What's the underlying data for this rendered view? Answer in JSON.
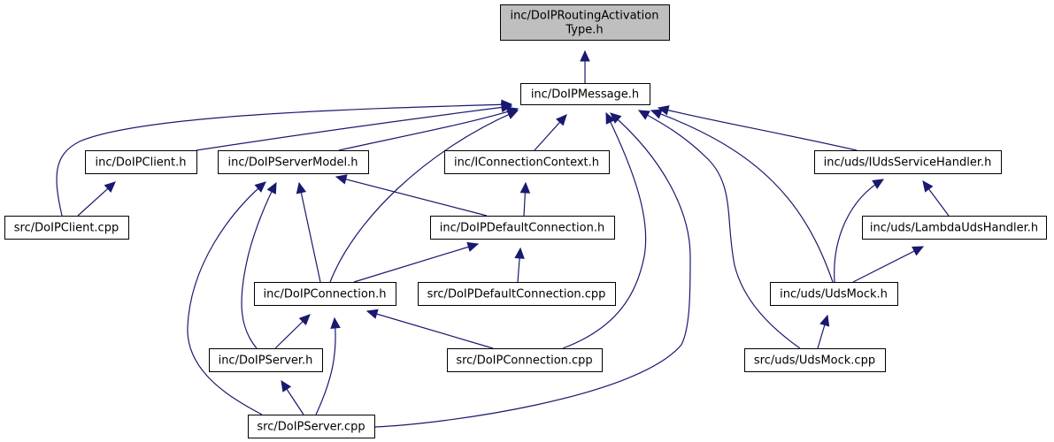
{
  "diagram": {
    "title": "Include dependency graph for DoIPRoutingActivationType.h",
    "colors": {
      "edge": "#191970",
      "root_fill": "#bfbfbf",
      "node_fill": "#ffffff",
      "border": "#000000"
    },
    "nodes": [
      {
        "id": "root",
        "label": [
          "inc/DoIPRoutingActivation",
          "Type.h"
        ],
        "root": true
      },
      {
        "id": "msg",
        "label": [
          "inc/DoIPMessage.h"
        ]
      },
      {
        "id": "client_h",
        "label": [
          "inc/DoIPClient.h"
        ]
      },
      {
        "id": "servermodel",
        "label": [
          "inc/DoIPServerModel.h"
        ]
      },
      {
        "id": "iconnctx",
        "label": [
          "inc/IConnectionContext.h"
        ]
      },
      {
        "id": "iuds",
        "label": [
          "inc/uds/IUdsServiceHandler.h"
        ]
      },
      {
        "id": "client_cpp",
        "label": [
          "src/DoIPClient.cpp"
        ]
      },
      {
        "id": "defconn_h",
        "label": [
          "inc/DoIPDefaultConnection.h"
        ]
      },
      {
        "id": "lambda",
        "label": [
          "inc/uds/LambdaUdsHandler.h"
        ]
      },
      {
        "id": "conn_h",
        "label": [
          "inc/DoIPConnection.h"
        ]
      },
      {
        "id": "defconn_cpp",
        "label": [
          "src/DoIPDefaultConnection.cpp"
        ]
      },
      {
        "id": "udsmock_h",
        "label": [
          "inc/uds/UdsMock.h"
        ]
      },
      {
        "id": "server_h",
        "label": [
          "inc/DoIPServer.h"
        ]
      },
      {
        "id": "conn_cpp",
        "label": [
          "src/DoIPConnection.cpp"
        ]
      },
      {
        "id": "udsmock_cpp",
        "label": [
          "src/uds/UdsMock.cpp"
        ]
      },
      {
        "id": "server_cpp",
        "label": [
          "src/DoIPServer.cpp"
        ]
      }
    ],
    "edges": [
      {
        "from": "msg",
        "to": "root"
      },
      {
        "from": "client_cpp",
        "to": "msg"
      },
      {
        "from": "client_h",
        "to": "msg"
      },
      {
        "from": "servermodel",
        "to": "msg"
      },
      {
        "from": "conn_h",
        "to": "msg"
      },
      {
        "from": "iconnctx",
        "to": "msg"
      },
      {
        "from": "conn_cpp",
        "to": "msg"
      },
      {
        "from": "server_cpp",
        "to": "msg"
      },
      {
        "from": "udsmock_cpp",
        "to": "msg"
      },
      {
        "from": "udsmock_h",
        "to": "msg"
      },
      {
        "from": "iuds",
        "to": "msg"
      },
      {
        "from": "client_cpp",
        "to": "client_h"
      },
      {
        "from": "server_cpp",
        "to": "servermodel"
      },
      {
        "from": "server_h",
        "to": "servermodel"
      },
      {
        "from": "conn_h",
        "to": "servermodel"
      },
      {
        "from": "defconn_h",
        "to": "servermodel"
      },
      {
        "from": "defconn_h",
        "to": "iconnctx"
      },
      {
        "from": "conn_h",
        "to": "defconn_h"
      },
      {
        "from": "defconn_cpp",
        "to": "defconn_h"
      },
      {
        "from": "server_h",
        "to": "conn_h"
      },
      {
        "from": "server_cpp",
        "to": "conn_h"
      },
      {
        "from": "conn_cpp",
        "to": "conn_h"
      },
      {
        "from": "server_cpp",
        "to": "server_h"
      },
      {
        "from": "udsmock_h",
        "to": "iuds"
      },
      {
        "from": "lambda",
        "to": "iuds"
      },
      {
        "from": "udsmock_h",
        "to": "lambda"
      },
      {
        "from": "udsmock_cpp",
        "to": "udsmock_h"
      }
    ]
  }
}
